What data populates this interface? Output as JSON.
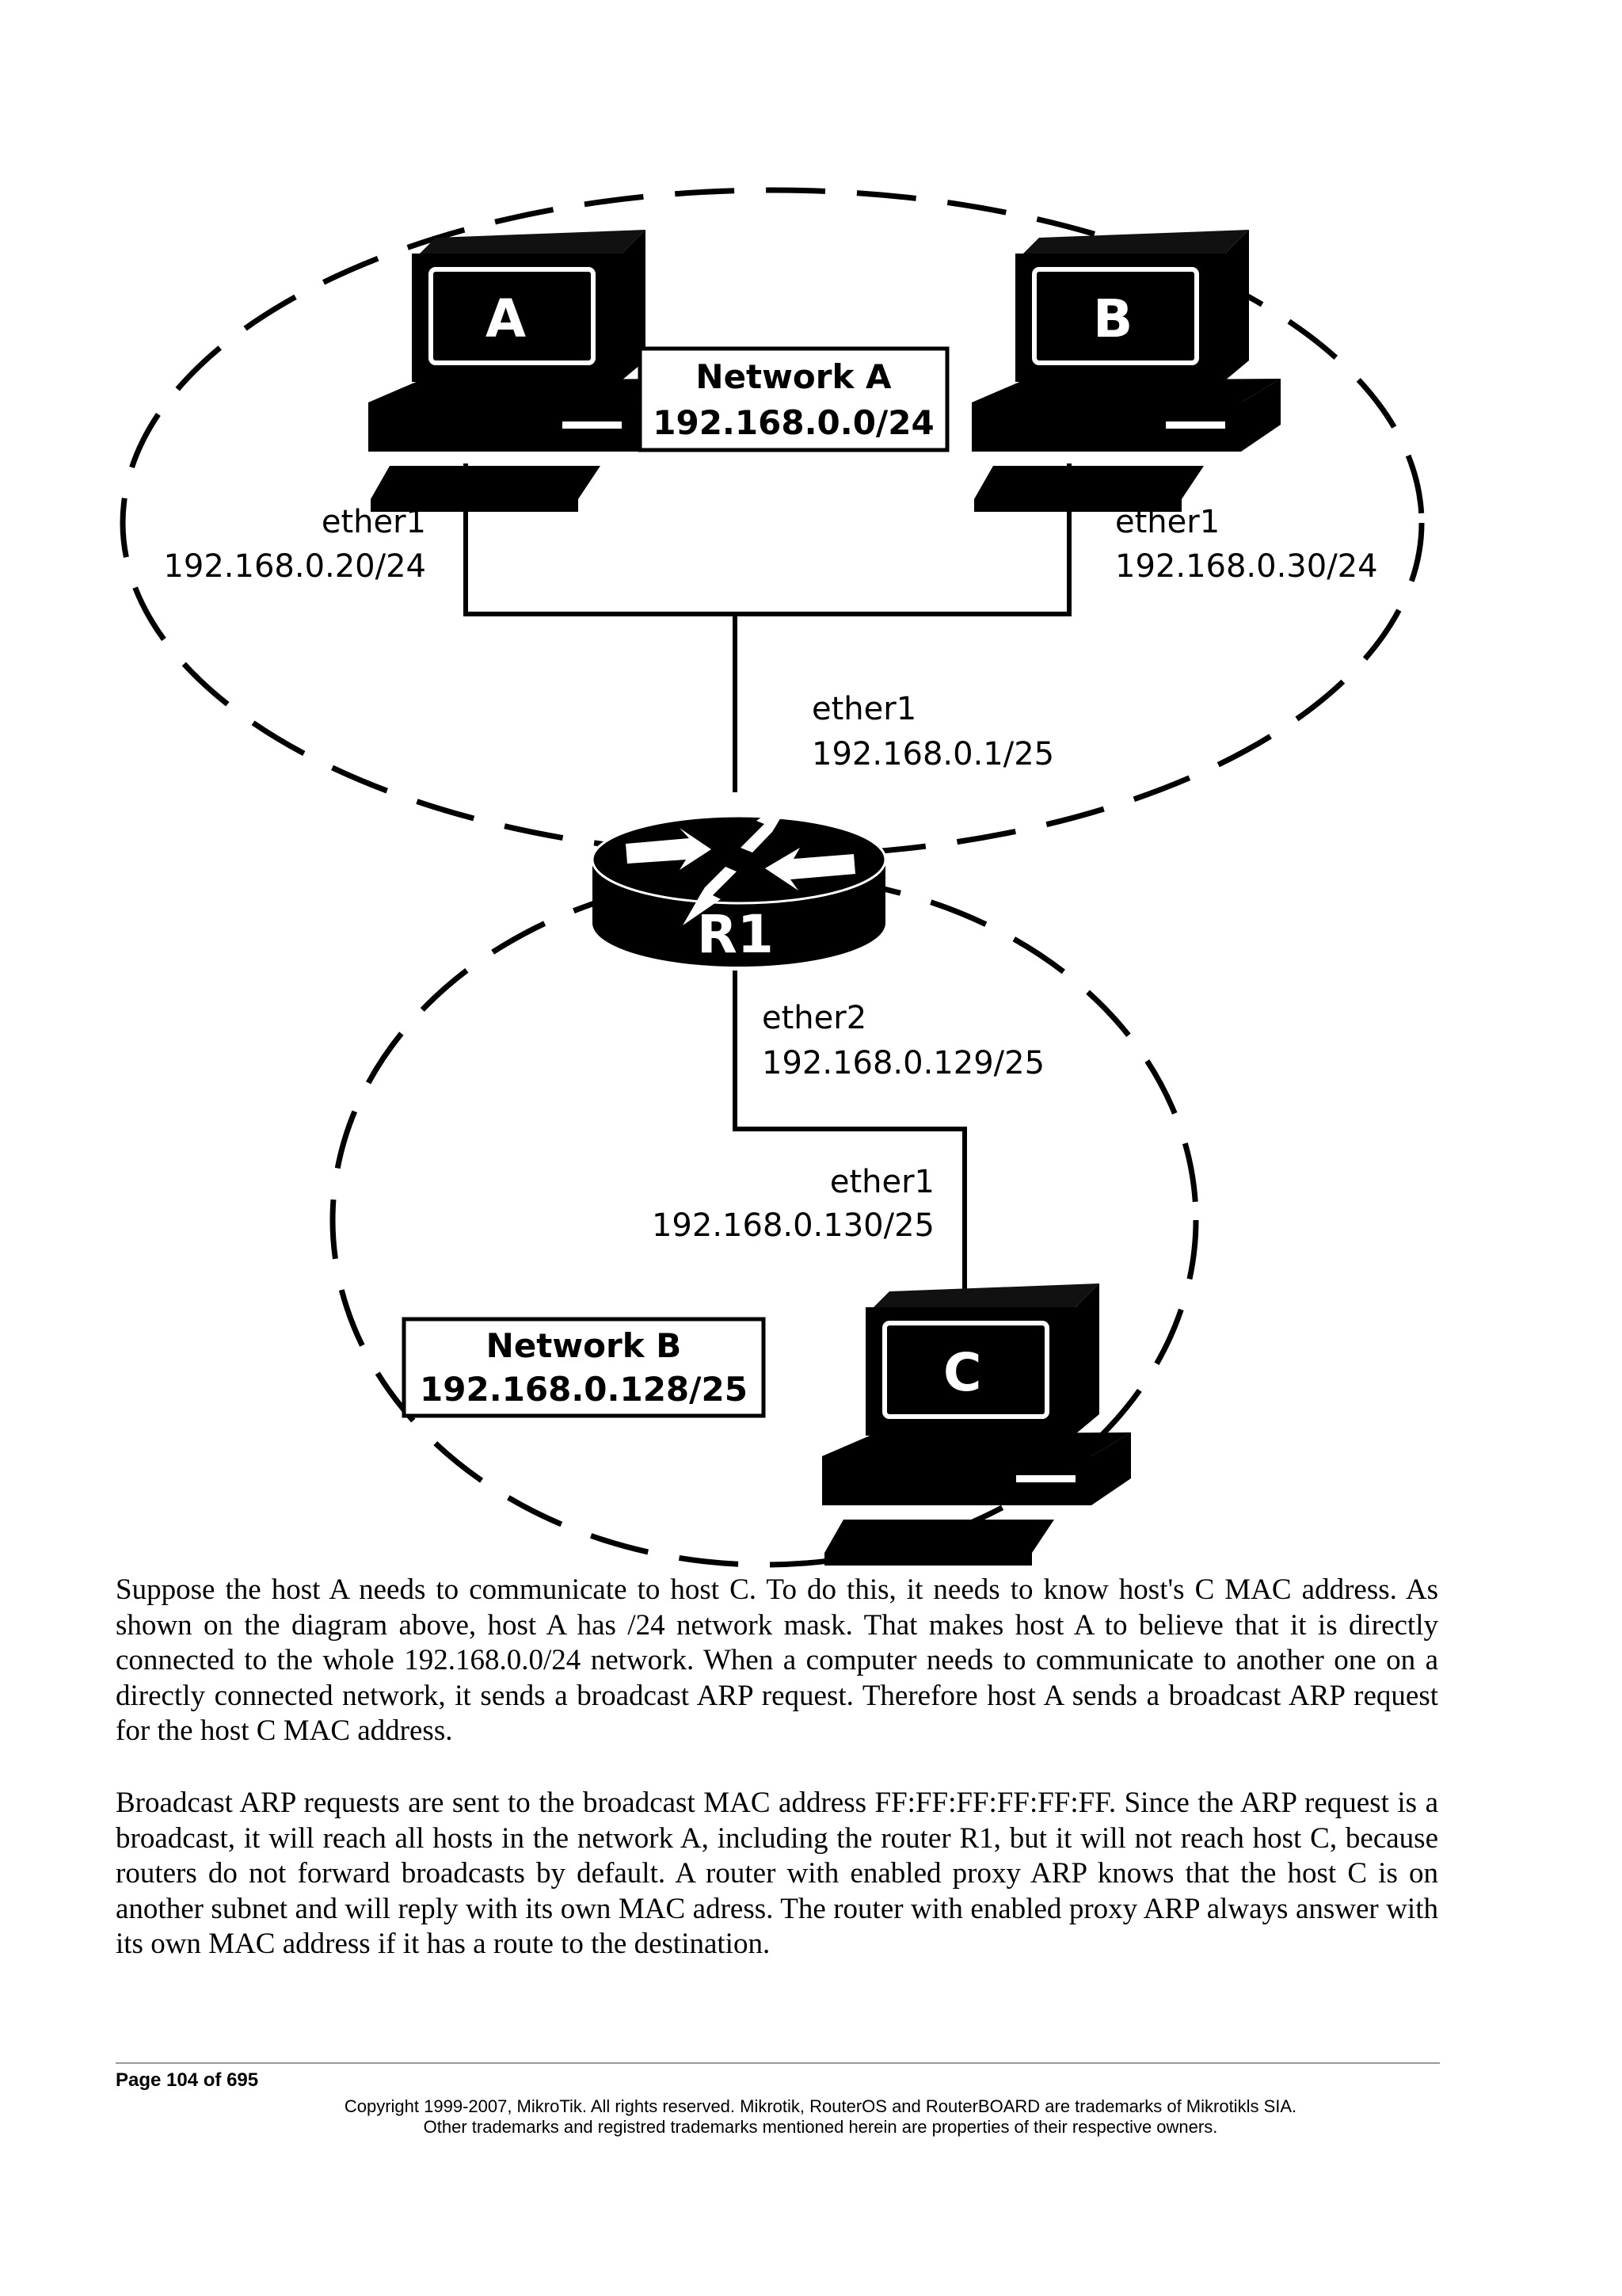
{
  "diagram": {
    "network_a": {
      "title": "Network A",
      "subnet": "192.168.0.0/24"
    },
    "network_b": {
      "title": "Network B",
      "subnet": "192.168.0.128/25"
    },
    "host_a": {
      "letter": "A",
      "iface": "ether1",
      "ip": "192.168.0.20/24"
    },
    "host_b": {
      "letter": "B",
      "iface": "ether1",
      "ip": "192.168.0.30/24"
    },
    "host_c": {
      "letter": "C",
      "iface": "ether1",
      "ip": "192.168.0.130/25"
    },
    "router": {
      "name": "R1",
      "ether1": {
        "iface": "ether1",
        "ip": "192.168.0.1/25"
      },
      "ether2": {
        "iface": "ether2",
        "ip": "192.168.0.129/25"
      }
    }
  },
  "paragraphs": [
    "Suppose the host A needs to communicate to host C. To do this, it needs to know host's C MAC address. As shown on the diagram above, host A has /24 network mask. That makes host A to believe that it is directly connected to the whole 192.168.0.0/24 network. When a computer needs to communicate to another one on a directly connected network, it sends a broadcast ARP request. Therefore host A sends a broadcast ARP request for the host C MAC address.",
    "Broadcast ARP requests are sent to the broadcast MAC address FF:FF:FF:FF:FF:FF. Since the ARP request is a broadcast, it will reach all hosts in the network A, including the router R1, but it will not reach host C, because routers do not forward broadcasts by default. A router with enabled proxy ARP knows that the host C is on another subnet and will reply with its own MAC adress. The router with enabled proxy ARP always answer with its own MAC address if it has a route to the destination."
  ],
  "footer": {
    "page": "Page 104 of 695",
    "copyright_line1": "Copyright 1999-2007, MikroTik. All rights reserved. Mikrotik, RouterOS and RouterBOARD are trademarks of Mikrotikls SIA.",
    "copyright_line2": "Other trademarks and registred trademarks mentioned herein are properties of their respective owners."
  }
}
